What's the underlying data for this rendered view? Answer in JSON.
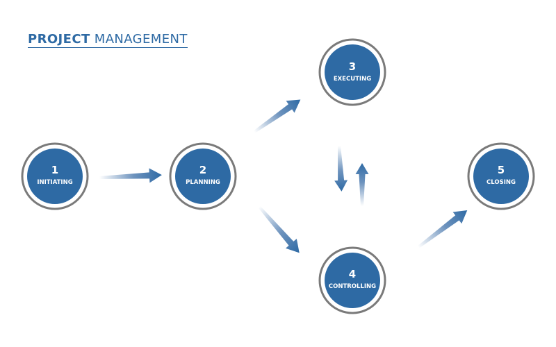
{
  "title": {
    "bold": "PROJECT",
    "regular": "MANAGEMENT"
  },
  "colors": {
    "accent": "#2e6aa4",
    "node_fill": "#2e6aa4",
    "node_ring": "#7a7a7a",
    "arrow": "#3d6fa8"
  },
  "nodes": [
    {
      "id": "initiating",
      "number": "1",
      "label": "INITIATING"
    },
    {
      "id": "planning",
      "number": "2",
      "label": "PLANNING"
    },
    {
      "id": "executing",
      "number": "3",
      "label": "EXECUTING"
    },
    {
      "id": "controlling",
      "number": "4",
      "label": "CONTROLLING"
    },
    {
      "id": "closing",
      "number": "5",
      "label": "CLOSING"
    }
  ],
  "edges": [
    {
      "from": "initiating",
      "to": "planning"
    },
    {
      "from": "planning",
      "to": "executing"
    },
    {
      "from": "planning",
      "to": "controlling"
    },
    {
      "from": "executing",
      "to": "controlling"
    },
    {
      "from": "controlling",
      "to": "executing"
    },
    {
      "from": "controlling",
      "to": "closing"
    }
  ]
}
